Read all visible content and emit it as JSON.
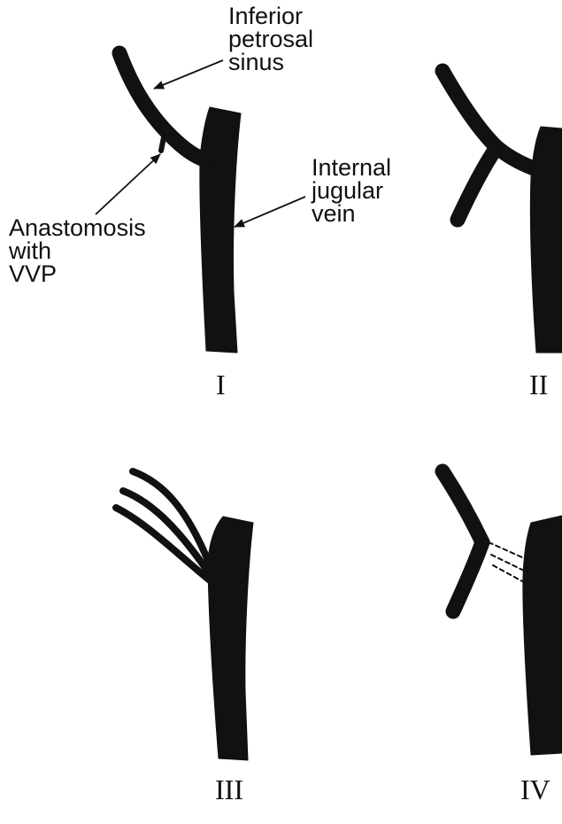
{
  "labels": {
    "ips_line1": "Inferior",
    "ips_line2": "petrosal",
    "ips_line3": "sinus",
    "ijv_line1": "Internal",
    "ijv_line2": "jugular",
    "ijv_line3": "vein",
    "anast_line1": "Anastomosis",
    "anast_line2": "with",
    "anast_line3": "VVP"
  },
  "panels": {
    "p1": "I",
    "p2": "II",
    "p3": "III",
    "p4": "IV"
  },
  "colors": {
    "vessel": "#111111",
    "background": "#ffffff"
  }
}
